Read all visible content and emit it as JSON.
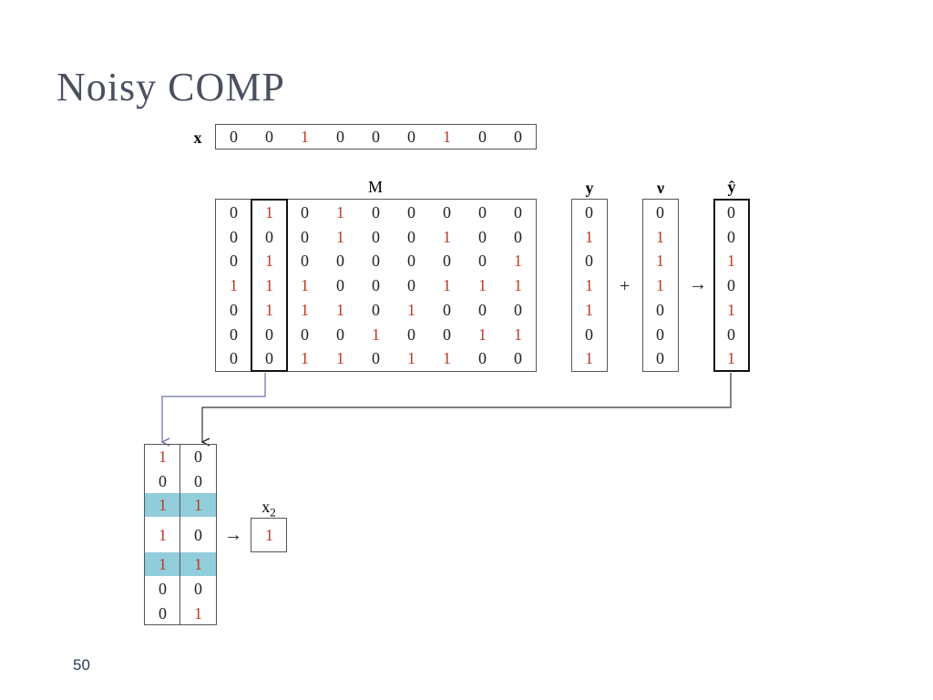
{
  "slide": {
    "title": "Noisy COMP",
    "page_number": "50"
  },
  "x_vector": {
    "label": "x",
    "values": [
      "0",
      "0",
      "1",
      "0",
      "0",
      "0",
      "1",
      "0",
      "0"
    ]
  },
  "matrix_M": {
    "label": "M",
    "highlighted_column_index": 1,
    "rows": [
      [
        "0",
        "1",
        "0",
        "1",
        "0",
        "0",
        "0",
        "0",
        "0"
      ],
      [
        "0",
        "0",
        "0",
        "1",
        "0",
        "0",
        "1",
        "0",
        "0"
      ],
      [
        "0",
        "1",
        "0",
        "0",
        "0",
        "0",
        "0",
        "0",
        "1"
      ],
      [
        "1",
        "1",
        "1",
        "0",
        "0",
        "0",
        "1",
        "1",
        "1"
      ],
      [
        "0",
        "1",
        "1",
        "1",
        "0",
        "1",
        "0",
        "0",
        "0"
      ],
      [
        "0",
        "0",
        "0",
        "0",
        "1",
        "0",
        "0",
        "1",
        "1"
      ],
      [
        "0",
        "0",
        "1",
        "1",
        "0",
        "1",
        "1",
        "0",
        "0"
      ]
    ]
  },
  "y_vector": {
    "label": "y",
    "values": [
      "0",
      "1",
      "0",
      "1",
      "1",
      "0",
      "1"
    ]
  },
  "plus_symbol": "+",
  "noise_vector": {
    "label": "ν",
    "values": [
      "0",
      "1",
      "1",
      "1",
      "0",
      "0",
      "0"
    ]
  },
  "arrow_symbol": "→",
  "yhat_vector": {
    "label": "ŷ",
    "values": [
      "0",
      "0",
      "1",
      "0",
      "1",
      "0",
      "1"
    ]
  },
  "comparison": {
    "left_column": [
      "1",
      "0",
      "1",
      "1",
      "1",
      "0",
      "0"
    ],
    "right_column": [
      "0",
      "0",
      "1",
      "0",
      "1",
      "0",
      "1"
    ],
    "highlighted_rows": [
      2,
      4
    ]
  },
  "result": {
    "label_main": "x",
    "label_sub": "2",
    "value": "1"
  }
}
